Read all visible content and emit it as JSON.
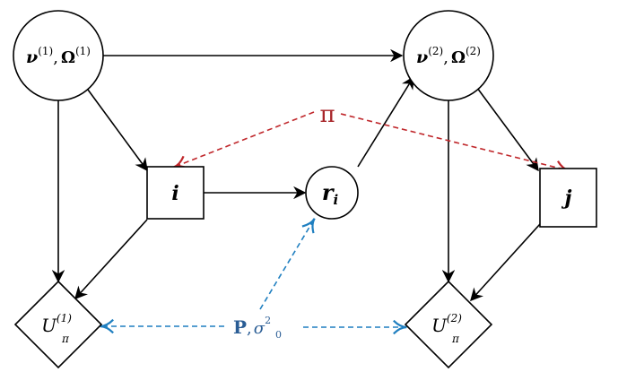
{
  "colors": {
    "node_stroke": "#000000",
    "edge": "#000000",
    "pi_edge": "#c0282c",
    "p_edge": "#1f7fc0",
    "pi_text": "#a8262a",
    "p_text": "#2a5d95"
  },
  "nodes": {
    "top_left": {
      "shape": "circle",
      "nu": "ν",
      "sup": "(1)",
      "sep": ",",
      "omega": "Ω"
    },
    "top_right": {
      "shape": "circle",
      "nu": "ν",
      "sup": "(2)",
      "sep": ",",
      "omega": "Ω"
    },
    "i": {
      "shape": "square",
      "label": "i"
    },
    "r_i": {
      "shape": "circle",
      "base": "r",
      "sub": "i"
    },
    "j": {
      "shape": "square",
      "label": "j"
    },
    "u1": {
      "shape": "diamond",
      "base": "U",
      "sub": "π",
      "sup": "(1)"
    },
    "u2": {
      "shape": "diamond",
      "base": "U",
      "sub": "π",
      "sup": "(2)"
    }
  },
  "labels": {
    "pi": "π",
    "p": "P",
    "p_sep": ",",
    "sigma": "σ",
    "sigma_sub": "0",
    "sigma_sup": "2"
  },
  "edges": [
    {
      "from": "top_left",
      "to": "top_right",
      "style": "solid"
    },
    {
      "from": "top_left",
      "to": "i",
      "style": "solid"
    },
    {
      "from": "top_left",
      "to": "u1",
      "style": "solid"
    },
    {
      "from": "i",
      "to": "r_i",
      "style": "solid"
    },
    {
      "from": "i",
      "to": "u1",
      "style": "solid"
    },
    {
      "from": "r_i",
      "to": "top_right",
      "style": "solid"
    },
    {
      "from": "top_right",
      "to": "j",
      "style": "solid"
    },
    {
      "from": "top_right",
      "to": "u2",
      "style": "solid"
    },
    {
      "from": "j",
      "to": "u2",
      "style": "solid"
    },
    {
      "from": "pi",
      "to": "i",
      "style": "dashed-red"
    },
    {
      "from": "pi",
      "to": "j",
      "style": "dashed-red"
    },
    {
      "from": "p_sigma",
      "to": "u1",
      "style": "dashed-blue"
    },
    {
      "from": "p_sigma",
      "to": "u2",
      "style": "dashed-blue"
    },
    {
      "from": "p_sigma",
      "to": "r_i",
      "style": "dashed-blue"
    }
  ]
}
